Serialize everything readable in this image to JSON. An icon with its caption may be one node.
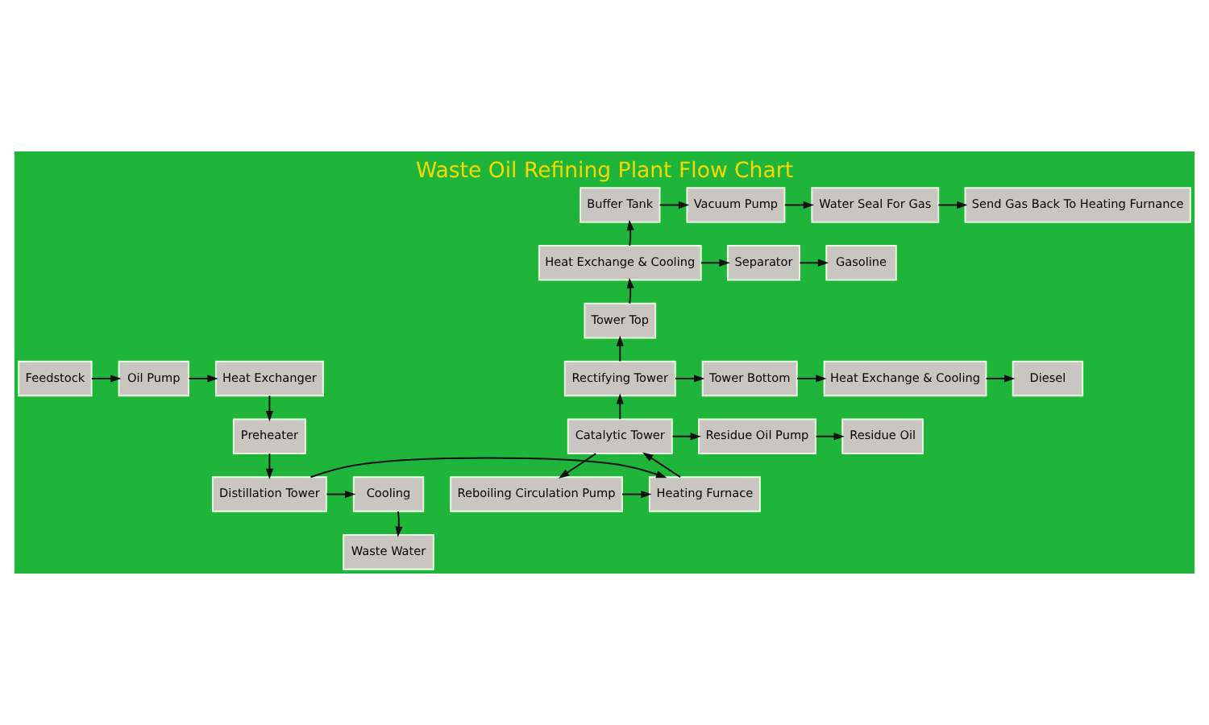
{
  "diagram": {
    "title": "Waste Oil Refining Plant Flow Chart",
    "nodes": [
      {
        "text": [
          "Buffer Tank"
        ]
      },
      {
        "text": [
          "Vacuum Pump"
        ]
      },
      {
        "text": [
          "Water Seal For Gas"
        ]
      },
      {
        "text": [
          "Send Gas Back To Heating Furnance"
        ]
      },
      {
        "text": [
          "Heat Exchange & Cooling"
        ]
      },
      {
        "text": [
          "Separator"
        ]
      },
      {
        "text": [
          "Gasoline"
        ]
      },
      {
        "text": [
          "Tower Top"
        ]
      },
      {
        "text": [
          "Feedstock"
        ]
      },
      {
        "text": [
          "Oil Pump"
        ]
      },
      {
        "text": [
          "Heat Exchanger"
        ]
      },
      {
        "text": [
          "Rectifying Tower"
        ]
      },
      {
        "text": [
          "Tower Bottom"
        ]
      },
      {
        "text": [
          "Heat Exchange & Cooling"
        ]
      },
      {
        "text": [
          "Diesel"
        ]
      },
      {
        "text": [
          "Preheater"
        ]
      },
      {
        "text": [
          "Catalytic Tower"
        ]
      },
      {
        "text": [
          "Residue Oil Pump"
        ]
      },
      {
        "text": [
          "Residue Oil"
        ]
      },
      {
        "text": [
          "Cooling"
        ]
      },
      {
        "text": [
          "Distillation Tower"
        ]
      },
      {
        "text": [
          "Heating Furnace"
        ]
      },
      {
        "text": [
          "Reboiling Circulation Pump"
        ]
      },
      {
        "text": [
          "Waste Water"
        ]
      }
    ],
    "edges": [
      {
        "from": 0,
        "to": 1,
        "arrow": "to"
      },
      {
        "from": 1,
        "to": 2,
        "arrow": "to"
      },
      {
        "from": 2,
        "to": 3,
        "arrow": "to"
      },
      {
        "from": 4,
        "to": 0,
        "arrow": "to"
      },
      {
        "from": 4,
        "to": 5,
        "arrow": "to"
      },
      {
        "from": 5,
        "to": 6,
        "arrow": "to"
      },
      {
        "from": 7,
        "to": 4,
        "arrow": "to"
      },
      {
        "from": 11,
        "to": 7,
        "arrow": "to"
      },
      {
        "from": 8,
        "to": 9,
        "arrow": "to"
      },
      {
        "from": 9,
        "to": 10,
        "arrow": "to"
      },
      {
        "from": 10,
        "to": 15,
        "arrow": "to"
      },
      {
        "from": 11,
        "to": 12,
        "arrow": "to"
      },
      {
        "from": 12,
        "to": 13,
        "arrow": "to"
      },
      {
        "from": 13,
        "to": 14,
        "arrow": "to"
      },
      {
        "from": 16,
        "to": 11,
        "arrow": "to"
      },
      {
        "from": 16,
        "to": 17,
        "arrow": "to"
      },
      {
        "from": 16,
        "to": 22,
        "arrow": "to"
      },
      {
        "from": 17,
        "to": 18,
        "arrow": "to"
      },
      {
        "from": 15,
        "to": 20,
        "arrow": "to"
      },
      {
        "from": 20,
        "to": 19,
        "arrow": "to"
      },
      {
        "from": 20,
        "to": 21,
        "arrow": "to"
      },
      {
        "from": 22,
        "to": 21,
        "arrow": "to"
      },
      {
        "from": 21,
        "to": 16,
        "arrow": "to"
      },
      {
        "from": 19,
        "to": 23,
        "arrow": "to"
      }
    ]
  }
}
